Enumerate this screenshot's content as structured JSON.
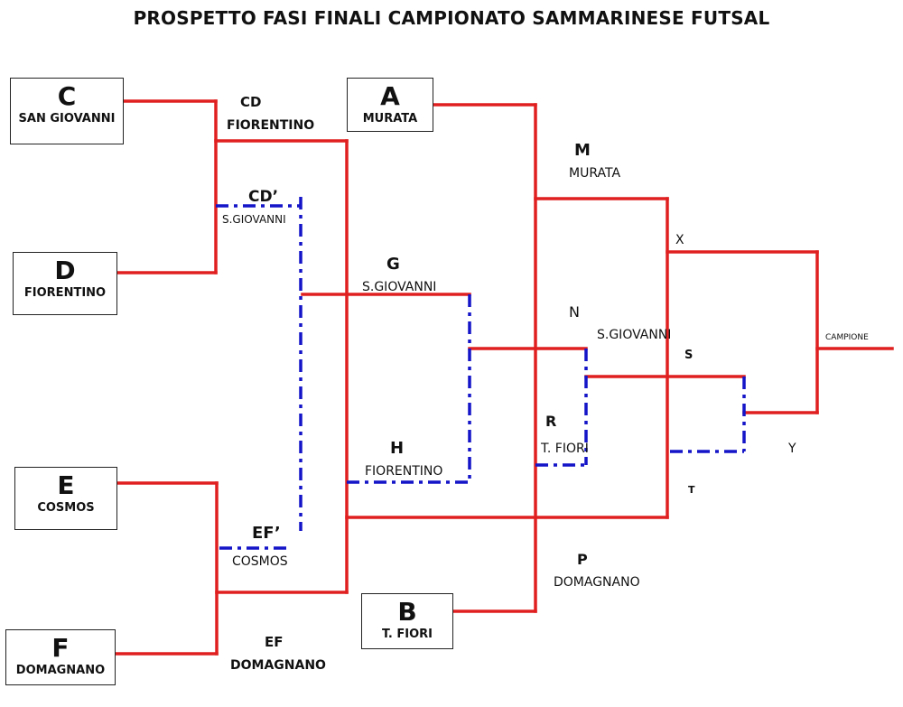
{
  "title": "PROSPETTO FASI FINALI CAMPIONATO SAMMARINESE FUTSAL",
  "teams": {
    "C": {
      "letter": "C",
      "name": "SAN GIOVANNI"
    },
    "D": {
      "letter": "D",
      "name": "FIORENTINO"
    },
    "E": {
      "letter": "E",
      "name": "COSMOS"
    },
    "F": {
      "letter": "F",
      "name": "DOMAGNANO"
    },
    "A": {
      "letter": "A",
      "name": "MURATA"
    },
    "B": {
      "letter": "B",
      "name": "T. FIORI"
    }
  },
  "matches": {
    "CD": {
      "code": "CD",
      "winner": "FIORENTINO"
    },
    "CD_prime": {
      "code": "CD’",
      "winner": "S.GIOVANNI"
    },
    "EF_prime": {
      "code": "EF’",
      "winner": "COSMOS"
    },
    "EF": {
      "code": "EF",
      "winner": "DOMAGNANO"
    },
    "G": {
      "code": "G",
      "winner": "S.GIOVANNI"
    },
    "H": {
      "code": "H",
      "winner": "FIORENTINO"
    },
    "M": {
      "code": "M",
      "winner": "MURATA"
    },
    "N": {
      "code": "N",
      "winner": "S.GIOVANNI"
    },
    "R": {
      "code": "R",
      "winner": "T. FIORI"
    },
    "P": {
      "code": "P",
      "winner": "DOMAGNANO"
    },
    "X": {
      "code": "X"
    },
    "S": {
      "code": "S"
    },
    "Y": {
      "code": "Y"
    },
    "T": {
      "code": "T"
    }
  },
  "champion_label": "CAMPIONE",
  "colors": {
    "winners_bracket": "#e02020",
    "losers_bracket": "#1414c8",
    "box_border": "#222222"
  }
}
